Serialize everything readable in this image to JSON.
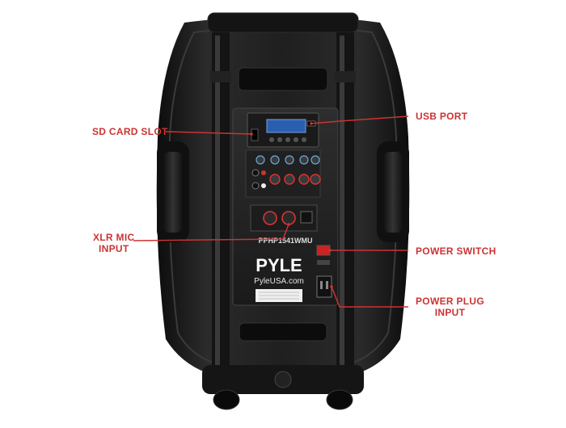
{
  "labels": {
    "sd_card_slot": "SD CARD SLOT",
    "usb_port": "USB PORT",
    "xlr_mic_input_line1": "XLR MIC",
    "xlr_mic_input_line2": "INPUT",
    "power_switch": "POWER SWITCH",
    "power_plug_input_line1": "POWER PLUG",
    "power_plug_input_line2": "INPUT"
  },
  "panel": {
    "model": "PPHP1541WMU",
    "brand": "PYLE",
    "website": "PyleUSA.com"
  },
  "colors": {
    "callout": "#cc3333",
    "speaker_body": "#1c1c1c",
    "panel": "#2a2a2a",
    "display": "#2a5fb0"
  }
}
